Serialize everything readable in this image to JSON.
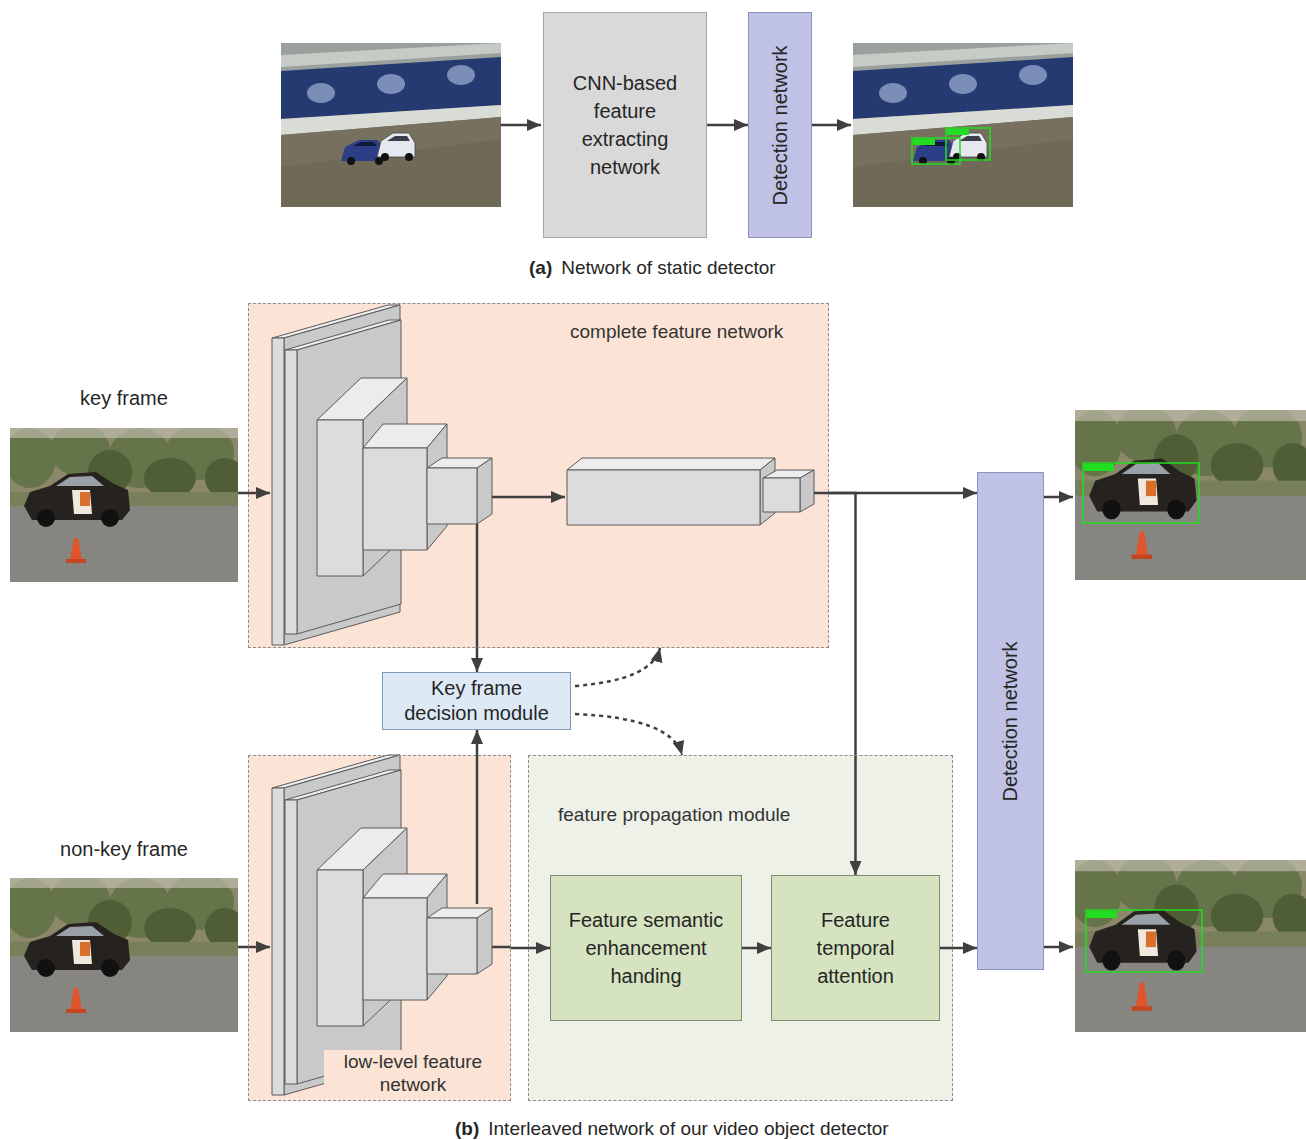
{
  "diagram": {
    "nodes": [
      {
        "text": [
          "CNN-based feature extracting network"
        ]
      },
      {
        "text": [
          "Detection network"
        ]
      },
      {
        "text": [
          "complete feature network"
        ]
      },
      {
        "text": [
          "Key frame decision module"
        ]
      },
      {
        "text": [
          "low-level feature network"
        ]
      },
      {
        "text": [
          "feature propagation module"
        ]
      },
      {
        "text": [
          "Feature semantic enhancement handing"
        ],
        "in": 5
      },
      {
        "text": [
          "Feature temporal attention"
        ],
        "in": 5
      },
      {
        "text": [
          "Detection network"
        ]
      }
    ],
    "edges": [
      {
        "from": 0,
        "to": 1,
        "arrow": "to"
      },
      {
        "from": 2,
        "to": 3,
        "arrow": "to"
      },
      {
        "from": 4,
        "to": 3,
        "arrow": "to"
      },
      {
        "from": 3,
        "to": 2,
        "arrow": "to"
      },
      {
        "from": 3,
        "to": 5,
        "arrow": "to"
      },
      {
        "from": 2,
        "to": 8,
        "arrow": "to"
      },
      {
        "from": 2,
        "to": 7,
        "arrow": "to"
      },
      {
        "from": 4,
        "to": 6,
        "arrow": "to"
      },
      {
        "from": 6,
        "to": 7,
        "arrow": "to"
      },
      {
        "from": 7,
        "to": 8,
        "arrow": "to"
      }
    ],
    "labels": [
      "(a)",
      "Network of static detector",
      "key frame",
      "non-key frame",
      "(b)",
      "Interleaved network of our video object detector"
    ]
  }
}
